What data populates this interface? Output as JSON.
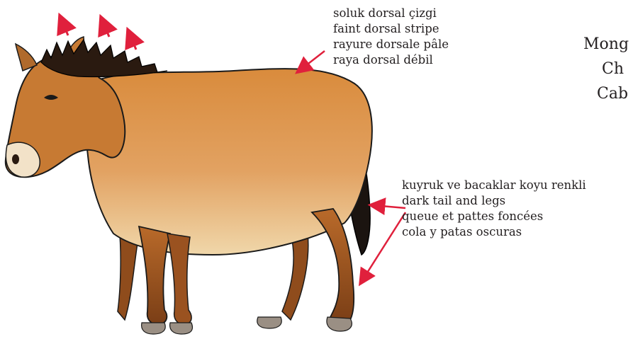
{
  "dorsal_labels": [
    "soluk dorsal çizgi",
    "faint dorsal stripe",
    "rayure dorsale pâle",
    "raya dorsal débil"
  ],
  "tail_labels": [
    "kuyruk ve bacaklar koyu renkli",
    "dark tail and legs",
    "queue et pattes foncées",
    "cola y patas oscuras"
  ],
  "title_fragments": [
    "Mong",
    "Ch",
    "Cab"
  ],
  "colors": {
    "coat": "#c9782c",
    "coat_dark": "#8a4a1c",
    "mane": "#2a1a10",
    "arrow": "#e0203c",
    "muzzle": "#f2e2c8"
  }
}
